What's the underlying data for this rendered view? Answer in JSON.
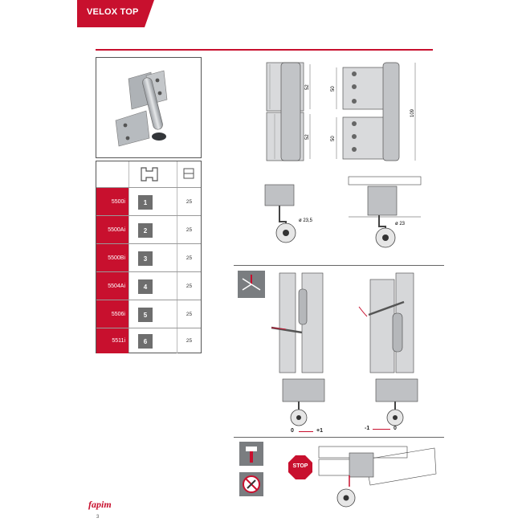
{
  "header": {
    "title": "VELOX TOP",
    "accent": "#c8102e"
  },
  "table": {
    "rows": [
      {
        "code": "5500i",
        "num": "1",
        "value": "25"
      },
      {
        "code": "5500Ai",
        "num": "2",
        "value": "25"
      },
      {
        "code": "5500Bi",
        "num": "3",
        "value": "25"
      },
      {
        "code": "5504Ai",
        "num": "4",
        "value": "25"
      },
      {
        "code": "5506i",
        "num": "5",
        "value": "25"
      },
      {
        "code": "5511i",
        "num": "6",
        "value": "25"
      }
    ]
  },
  "dims": {
    "top_left": "52",
    "bottom_left": "52",
    "top_right": "50",
    "bottom_right": "50",
    "total": "109",
    "circle_a": "ø 23,5",
    "circle_b": "ø 23"
  },
  "adjust": {
    "left_from": "0",
    "left_to": "+1",
    "right_from": "-1",
    "right_to": "0"
  },
  "stop_label": "STOP",
  "footer": {
    "logo": "fapim",
    "page": "3"
  },
  "icons": [
    "hinge-photo-icon",
    "profile-icon",
    "screw-icon",
    "hammer-icon",
    "no-screwdriver-icon",
    "axes-icon"
  ]
}
